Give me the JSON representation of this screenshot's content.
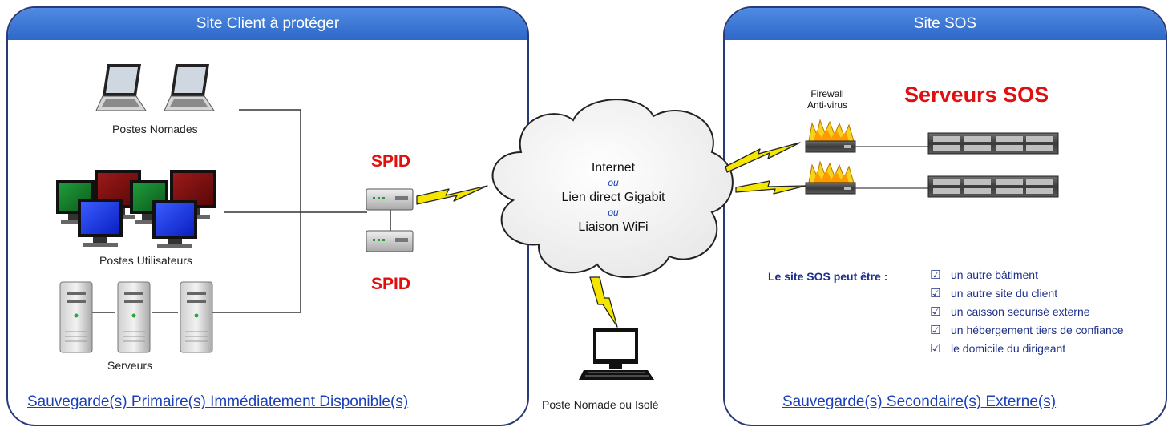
{
  "client_site": {
    "title": "Site Client à protéger",
    "nomad_label": "Postes Nomades",
    "users_label": "Postes Utilisateurs",
    "servers_label": "Serveurs",
    "spid_top": "SPID",
    "spid_bottom": "SPID",
    "footer_link": "Sauvegarde(s) Primaire(s) Immédiatement Disponible(s)"
  },
  "network": {
    "line1": "Internet",
    "or1": "ou",
    "line2": "Lien direct Gigabit",
    "or2": "ou",
    "line3": "Liaison WiFi",
    "isolated_label": "Poste Nomade ou Isolé"
  },
  "sos_site": {
    "title": "Site SOS",
    "firewall_label_1": "Firewall",
    "firewall_label_2": "Anti-virus",
    "servers_title": "Serveurs SOS",
    "can_be_label": "Le site SOS peut être :",
    "options": [
      "un autre bâtiment",
      "un autre site du client",
      "un caisson sécurisé externe",
      "un hébergement tiers de confiance",
      "le domicile du dirigeant"
    ],
    "checkbox_glyph": "☑",
    "footer_link": "Sauvegarde(s) Secondaire(s) Externe(s)"
  },
  "colors": {
    "header_blue": "#3a75d6",
    "spid_red": "#e01010",
    "link_blue": "#1a3fb8",
    "lightning_yellow": "#f5e600"
  }
}
